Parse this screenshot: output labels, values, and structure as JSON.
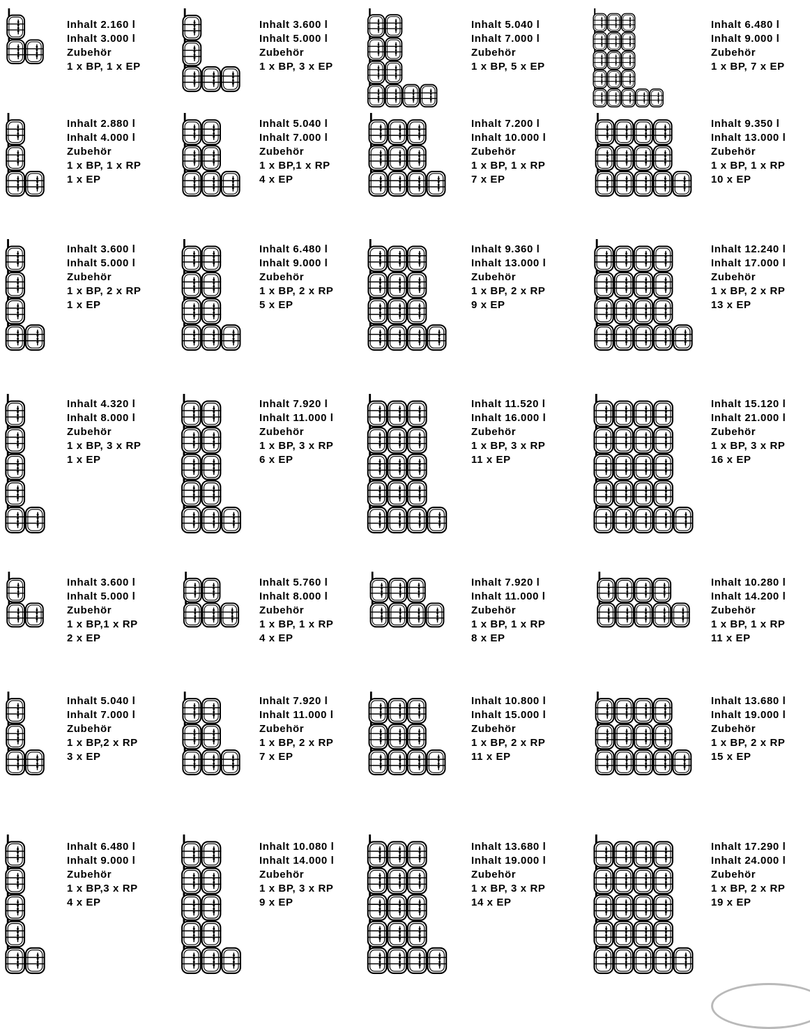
{
  "configurations": [
    {
      "l1": "Inhalt 2.160 l",
      "l2": "Inhalt 3.000 l",
      "l3": "Zubehör",
      "l4": "1 x BP, 1 x EP",
      "l5": ""
    },
    {
      "l1": "Inhalt 3.600 l",
      "l2": "Inhalt 5.000 l",
      "l3": "Zubehör",
      "l4": "1 x BP, 3 x EP",
      "l5": ""
    },
    {
      "l1": "Inhalt 5.040 l",
      "l2": "Inhalt 7.000 l",
      "l3": "Zubehör",
      "l4": "1 x BP, 5 x EP",
      "l5": ""
    },
    {
      "l1": "Inhalt 6.480 l",
      "l2": "Inhalt 9.000 l",
      "l3": "Zubehör",
      "l4": "1 x BP, 7 x EP",
      "l5": ""
    },
    {
      "l1": "Inhalt 2.880 l",
      "l2": "Inhalt 4.000 l",
      "l3": "Zubehör",
      "l4": "1 x BP, 1 x RP",
      "l5": "1 x EP"
    },
    {
      "l1": "Inhalt 5.040 l",
      "l2": "Inhalt 7.000 l",
      "l3": "Zubehör",
      "l4": "1 x BP,1 x RP",
      "l5": "4 x EP"
    },
    {
      "l1": "Inhalt 7.200 l",
      "l2": "Inhalt 10.000 l",
      "l3": "Zubehör",
      "l4": "1 x BP, 1 x RP",
      "l5": "7 x EP"
    },
    {
      "l1": "Inhalt 9.350 l",
      "l2": "Inhalt 13.000 l",
      "l3": "Zubehör",
      "l4": "1 x BP, 1 x RP",
      "l5": "10 x EP"
    },
    {
      "l1": "Inhalt 3.600 l",
      "l2": "Inhalt 5.000 l",
      "l3": "Zubehör",
      "l4": "1 x BP, 2 x RP",
      "l5": "1 x EP"
    },
    {
      "l1": "Inhalt 6.480 l",
      "l2": "Inhalt 9.000 l",
      "l3": "Zubehör",
      "l4": "1 x BP, 2 x RP",
      "l5": "5 x EP"
    },
    {
      "l1": "Inhalt 9.360 l",
      "l2": "Inhalt 13.000 l",
      "l3": "Zubehör",
      "l4": "1 x BP, 2 x RP",
      "l5": "9 x EP"
    },
    {
      "l1": "Inhalt 12.240 l",
      "l2": "Inhalt 17.000 l",
      "l3": "Zubehör",
      "l4": "1 x BP, 2 x RP",
      "l5": "13 x EP"
    },
    {
      "l1": "Inhalt 4.320 l",
      "l2": "Inhalt 8.000 l",
      "l3": "Zubehör",
      "l4": "1 x BP, 3 x RP",
      "l5": "1 x EP"
    },
    {
      "l1": "Inhalt 7.920 l",
      "l2": "Inhalt 11.000 l",
      "l3": "Zubehör",
      "l4": "1 x BP, 3 x RP",
      "l5": "6 x EP"
    },
    {
      "l1": "Inhalt 11.520 l",
      "l2": "Inhalt 16.000 l",
      "l3": "Zubehör",
      "l4": "1 x BP, 3 x RP",
      "l5": "11 x EP"
    },
    {
      "l1": "Inhalt 15.120 l",
      "l2": "Inhalt 21.000 l",
      "l3": "Zubehör",
      "l4": "1 x BP, 3 x RP",
      "l5": "16 x EP"
    },
    {
      "l1": "Inhalt 3.600 l",
      "l2": "Inhalt 5.000 l",
      "l3": "Zubehör",
      "l4": "1 x BP,1 x RP",
      "l5": "2 x EP"
    },
    {
      "l1": "Inhalt 5.760 l",
      "l2": "Inhalt 8.000 l",
      "l3": "Zubehör",
      "l4": "1 x BP, 1 x RP",
      "l5": "4 x EP"
    },
    {
      "l1": "Inhalt 7.920 l",
      "l2": "Inhalt 11.000 l",
      "l3": "Zubehör",
      "l4": "1 x BP, 1 x RP",
      "l5": "8 x EP"
    },
    {
      "l1": "Inhalt 10.280 l",
      "l2": "Inhalt 14.200 l",
      "l3": "Zubehör",
      "l4": "1 x BP, 1 x RP",
      "l5": "11 x EP"
    },
    {
      "l1": "Inhalt 5.040 l",
      "l2": "Inhalt 7.000 l",
      "l3": "Zubehör",
      "l4": "1 x BP,2 x RP",
      "l5": "3 x EP"
    },
    {
      "l1": "Inhalt 7.920 l",
      "l2": "Inhalt 11.000 l",
      "l3": "Zubehör",
      "l4": "1 x BP, 2 x RP",
      "l5": "7 x EP"
    },
    {
      "l1": "Inhalt 10.800 l",
      "l2": "Inhalt 15.000 l",
      "l3": "Zubehör",
      "l4": "1 x BP, 2 x RP",
      "l5": "11 x EP"
    },
    {
      "l1": "Inhalt 13.680 l",
      "l2": "Inhalt 19.000 l",
      "l3": "Zubehör",
      "l4": "1 x BP, 2 x RP",
      "l5": "15 x EP"
    },
    {
      "l1": "Inhalt 6.480 l",
      "l2": "Inhalt 9.000 l",
      "l3": "Zubehör",
      "l4": "1 x BP,3 x RP",
      "l5": "4 x EP"
    },
    {
      "l1": "Inhalt 10.080 l",
      "l2": "Inhalt 14.000 l",
      "l3": "Zubehör",
      "l4": "1 x BP, 3 x RP",
      "l5": "9 x EP"
    },
    {
      "l1": "Inhalt 13.680 l",
      "l2": "Inhalt 19.000 l",
      "l3": "Zubehör",
      "l4": "1 x BP, 3 x RP",
      "l5": "14 x EP"
    },
    {
      "l1": "Inhalt 17.290 l",
      "l2": "Inhalt 24.000 l",
      "l3": "Zubehör",
      "l4": "1 x BP, 2 x RP",
      "l5": "19 x EP"
    }
  ]
}
